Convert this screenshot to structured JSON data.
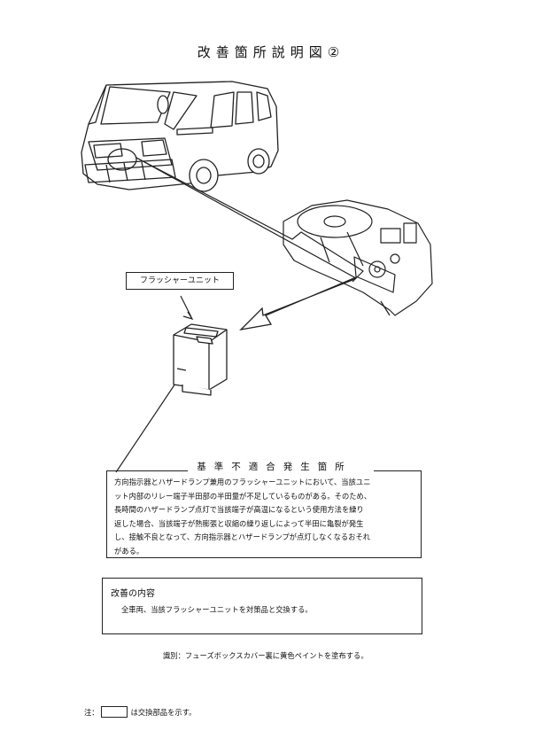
{
  "title": "改善箇所説明図②",
  "callout": {
    "flasher_unit_label": "フラッシャーユニット"
  },
  "nonconformity": {
    "heading": "基準不適合発生箇所",
    "lines": [
      "方向指示器とハザードランプ兼用のフラッシャーユニットにおいて、当該ユニ",
      "ット内部のリレー端子半田部の半田量が不足しているものがある。そのため、",
      "長時間のハザードランプ点灯で当該端子が高温になるという使用方法を繰り",
      "返した場合、当該端子が熱膨張と収縮の繰り返しによって半田に亀裂が発生",
      "し、接触不良となって、方向指示器とハザードランプが点灯しなくなるおそれ",
      "がある。"
    ]
  },
  "improvement": {
    "title": "改善の内容",
    "text": "全車両、当該フラッシャーユニットを対策品と交換する。"
  },
  "identification": "識別：フューズボックスカバー裏に黄色ペイントを塗布する。",
  "note": {
    "prefix": "注：",
    "suffix": "は交換部品を示す。"
  },
  "icons": {
    "van": "van-illustration",
    "dashboard": "dashboard-illustration",
    "flasher": "flasher-unit-icon",
    "arrows": "pointer-arrow"
  }
}
